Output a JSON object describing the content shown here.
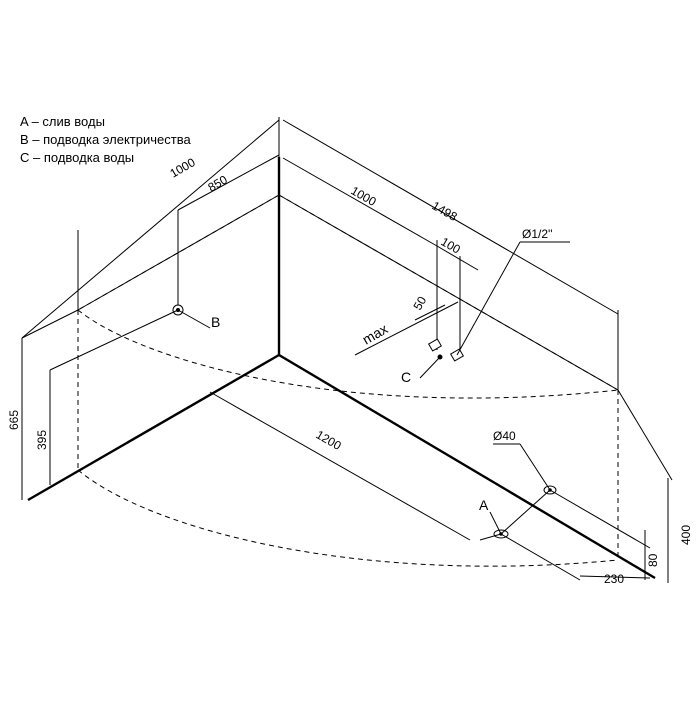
{
  "legend": {
    "a": "A – слив воды",
    "b": "B – подводка электричества",
    "c": "C – подводка воды"
  },
  "dims": {
    "left_top_1000": "1000",
    "left_850": "850",
    "right_1000": "1000",
    "right_1498": "1498",
    "right_100": "100",
    "pipe_50": "50",
    "max": "max",
    "d_half_inch": "Ø1/2''",
    "front_1200": "1200",
    "drain_d40": "Ø40",
    "height_665": "665",
    "height_395": "395",
    "height_400": "400",
    "height_80": "80",
    "offset_230": "230"
  },
  "points": {
    "a": "A",
    "b": "B",
    "c": "C"
  }
}
